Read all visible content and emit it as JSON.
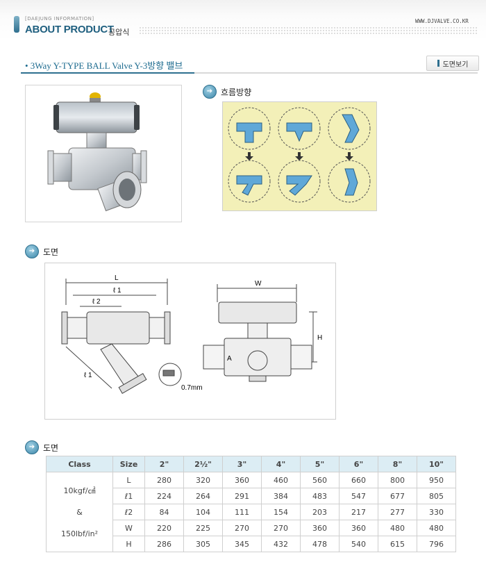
{
  "header": {
    "subtitle": "[DAEJUNG INFORMATION]",
    "title": "ABOUT PRODUCT",
    "korean": "공압식",
    "url": "WWW.DJVALVE.CO.KR"
  },
  "section": {
    "title": "• 3Way Y-TYPE BALL Valve Y-3방향 밸브",
    "drawing_button": "도면보기"
  },
  "flow": {
    "heading": "흐름방향"
  },
  "drawing": {
    "heading": "도면",
    "labels": {
      "L": "L",
      "l1_top": "ℓ 1",
      "l2": "ℓ 2",
      "l1_diag": "ℓ 1",
      "W": "W",
      "H": "H",
      "A": "A",
      "gap": "0.7mm"
    }
  },
  "table_section": {
    "heading": "도면"
  },
  "table": {
    "header": [
      "Class",
      "Size",
      "2\"",
      "2½\"",
      "3\"",
      "4\"",
      "5\"",
      "6\"",
      "8\"",
      "10\""
    ],
    "class_lines": [
      "10kgf/㎠",
      "&",
      "150lbf/in²"
    ],
    "rows": [
      {
        "label": "L",
        "values": [
          "280",
          "320",
          "360",
          "460",
          "560",
          "660",
          "800",
          "950"
        ]
      },
      {
        "label": "ℓ1",
        "values": [
          "224",
          "264",
          "291",
          "384",
          "483",
          "547",
          "677",
          "805"
        ]
      },
      {
        "label": "ℓ2",
        "values": [
          "84",
          "104",
          "111",
          "154",
          "203",
          "217",
          "277",
          "330"
        ]
      },
      {
        "label": "W",
        "values": [
          "220",
          "225",
          "270",
          "270",
          "360",
          "360",
          "480",
          "480"
        ]
      },
      {
        "label": "H",
        "values": [
          "286",
          "305",
          "345",
          "432",
          "478",
          "540",
          "615",
          "796"
        ]
      }
    ]
  }
}
